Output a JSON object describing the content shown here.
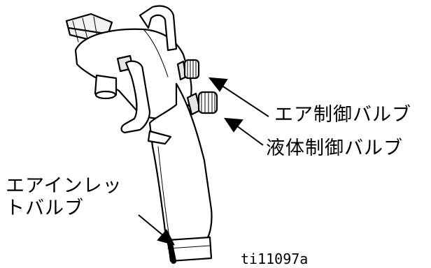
{
  "labels": {
    "air_control_valve": "エア制御バルブ",
    "fluid_control_valve": "液体制御バルブ",
    "air_inlet_line1": "エアインレッ",
    "air_inlet_line2": "トバルブ"
  },
  "figure_id": "ti11097a",
  "colors": {
    "ink": "#000000",
    "paper": "#ffffff",
    "shade": "#d9d9d9"
  }
}
